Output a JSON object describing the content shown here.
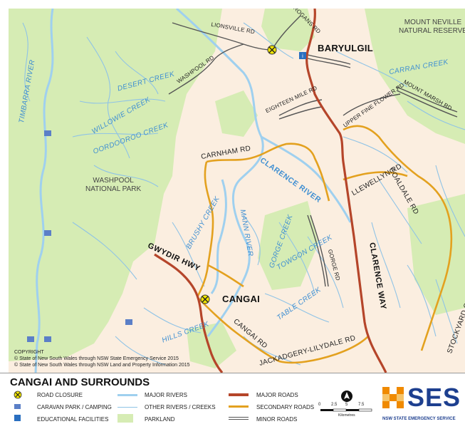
{
  "towns": {
    "barygulgil": "BARYULGIL",
    "cangai": "CANGAI"
  },
  "parks": {
    "mount_neville": "MOUNT NEVILLE\nNATURAL RESERVE",
    "washpool": "WASHPOOL\nNATIONAL PARK"
  },
  "rivers": {
    "timbarra": "TIMBARRA RIVER",
    "desert": "DESERT CREEK",
    "willowie": "WILLOWIE CREEK",
    "oordooroo": "OORDOOROO CREEK",
    "carran": "CARRAN CREEK",
    "clarence": "CLARENCE RIVER",
    "brushy": "BRUSHY CREEK",
    "mann": "MANN RIVER",
    "gorge": "GORGE CREEK",
    "towgon": "TOWGON CREEK",
    "table": "TABLE CREEK",
    "hills": "HILLS CREEK",
    "stockyard": "STOCKYARD CREEK RD"
  },
  "roads": {
    "lionsville": "LIONSVILLE RD",
    "jrogans": "J ROGANS RD",
    "washpool": "WASHPOOL RD",
    "eighteen_mile": "EIGHTEEN MILE RD",
    "upper_fine_flower": "UPPER FINE FLOWER RD",
    "mount_marsh": "MOUNT MARSH RD",
    "carnham": "CARNHAM RD",
    "coaldale": "COALDALE RD",
    "llewellyn": "LLEWELLYN RD",
    "gorge_rd": "GORGE RD",
    "clarence_way": "CLARENCE WAY",
    "gwydir": "GWYDIR HWY",
    "cangai_rd": "CANGAI RD",
    "jackadgery": "JACKADGERY-LILYDALE RD"
  },
  "copyright": {
    "heading": "COPYRIGHT",
    "line1": "© State of New South Wales through NSW State Emergency Service 2015",
    "line2": "© State of New South Wales through NSW Land and Property Information 2015"
  },
  "legend": {
    "title": "CANGAI AND SURROUNDS",
    "road_closure": "ROAD CLOSURE",
    "caravan": "CARAVAN PARK / CAMPING",
    "education": "EDUCATIONAL FACILITIES",
    "major_rivers": "MAJOR RIVERS",
    "other_rivers": "OTHER RIVERS / CREEKS",
    "parkland": "PARKLAND",
    "major_roads": "MAJOR ROADS",
    "secondary_roads": "SECONDARY ROADS",
    "minor_roads": "MINOR ROADS",
    "scale_ticks": [
      "0",
      "2.5",
      "5",
      "7.5"
    ],
    "scale_unit": "Kilometres",
    "logo_text": "SES",
    "logo_sub": "NSW STATE EMERGENCY SERVICE"
  },
  "colors": {
    "background": "#fbeee0",
    "parkland": "#d6ecb4",
    "major_river": "#9fd0ef",
    "creek": "#8fc3e6",
    "major_road": "#b5452a",
    "secondary_road": "#e3a11f",
    "minor_road": "#555555",
    "closure": "#f2e600",
    "ses_blue": "#1d3f8f",
    "ses_orange": "#f08a00"
  },
  "icons": {
    "closure": "road-closure-icon",
    "caravan": "caravan-icon",
    "school": "school-icon",
    "north": "north-arrow-icon",
    "logo": "ses-logo"
  }
}
